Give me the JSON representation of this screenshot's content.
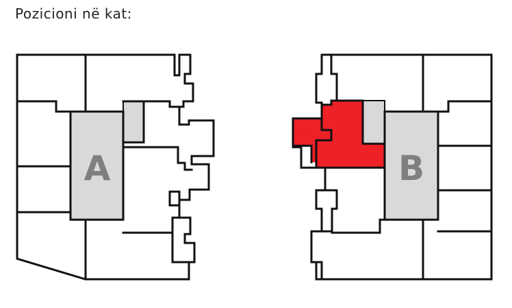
{
  "title": "Pozicioni në kat:",
  "buildings": [
    {
      "id": "building-a",
      "label": "A"
    },
    {
      "id": "building-b",
      "label": "B"
    }
  ],
  "colors": {
    "wall": "#111111",
    "core": "#d9d9d9",
    "core_label": "#7f7f7f",
    "highlight": "#ee2127"
  }
}
